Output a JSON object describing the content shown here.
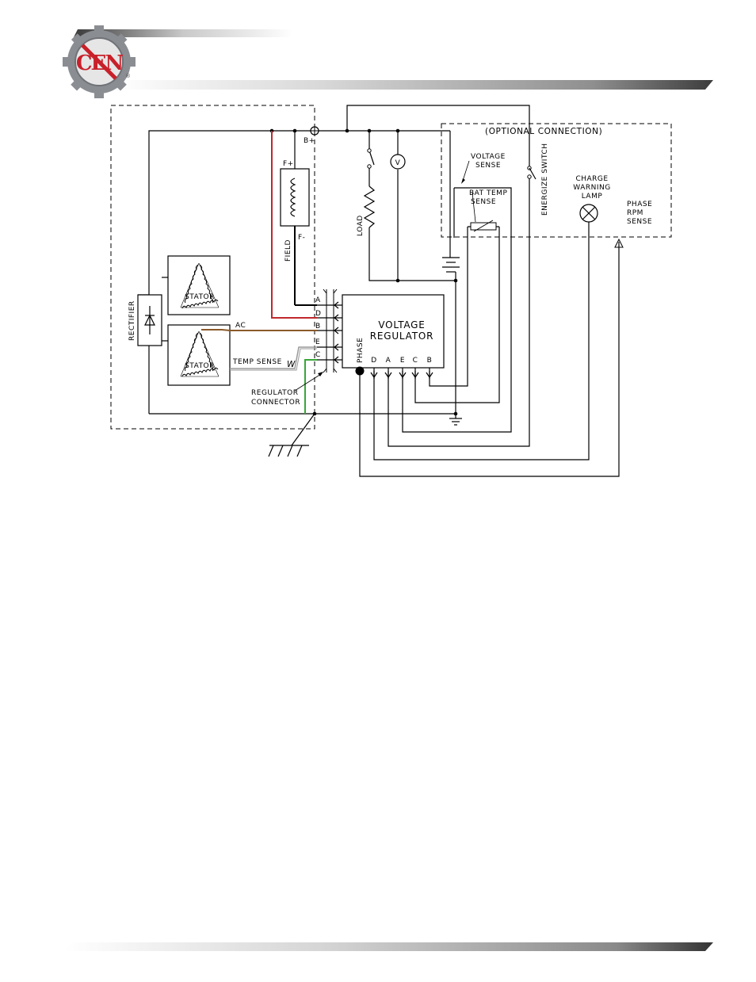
{
  "logo": {
    "text": "CEN",
    "mark": "®"
  },
  "diagram": {
    "b_plus": "B+",
    "f_plus": "F+",
    "f_minus": "F-",
    "field": "FIELD",
    "load": "LOAD",
    "voltmeter": "V",
    "rectifier": "RECTIFIER",
    "stator_top": "STATOR",
    "stator_bottom": "STATOR",
    "ac": "AC",
    "temp_sense": "TEMP SENSE",
    "w": "W",
    "regulator_connector_line1": "REGULATOR",
    "regulator_connector_line2": "CONNECTOR",
    "connector_pins": [
      "A",
      "D",
      "B",
      "E",
      "C"
    ],
    "voltage_regulator_line1": "VOLTAGE",
    "voltage_regulator_line2": "REGULATOR",
    "phase": "PHASE",
    "regulator_terminals": [
      "D",
      "A",
      "E",
      "C",
      "B"
    ],
    "optional_connection": "(OPTIONAL CONNECTION)",
    "voltage_sense_line1": "VOLTAGE",
    "voltage_sense_line2": "SENSE",
    "bat_temp_sense_line1": "BAT TEMP",
    "bat_temp_sense_line2": "SENSE",
    "energize_switch": "ENERGIZE SWITCH",
    "charge_warning_lamp_line1": "CHARGE",
    "charge_warning_lamp_line2": "WARNING",
    "charge_warning_lamp_line3": "LAMP",
    "phase_rpm_sense_line1": "PHASE",
    "phase_rpm_sense_line2": "RPM",
    "phase_rpm_sense_line3": "SENSE"
  },
  "colors": {
    "red_wire": "#c0282d",
    "brown_wire": "#8b5a2b",
    "green_wire": "#3aa63a",
    "gray_wire": "#9a9a9a",
    "logo_red": "#c8202a",
    "gear_gray": "#8a8d92"
  }
}
